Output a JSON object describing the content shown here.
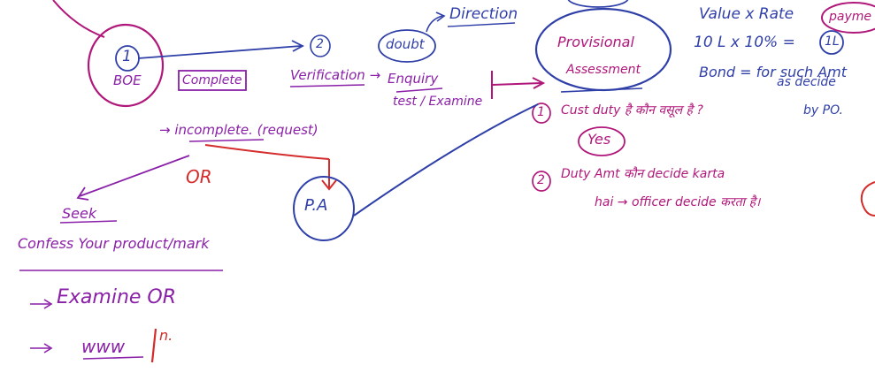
{
  "nodes": {
    "node1_number": "1",
    "boe": "BOE",
    "complete": "Complete",
    "node2_number": "2",
    "verification": "Verification →",
    "enquiry": "Enquiry",
    "test_examine": "test / Examine",
    "doubt": "doubt",
    "direction": "Direction",
    "provisional": "Provisional",
    "assessment": "Assessment",
    "incomplete": "→ incomplete. (request)",
    "or_red": "OR",
    "pa": "P.A"
  },
  "formula": {
    "value_rate": "Value x Rate",
    "payment": "payme",
    "line": "10 L   x   10%  =",
    "one_l": "1L",
    "bond": "Bond = for such Amt",
    "as_decided": "as decide",
    "by_po": "by PO."
  },
  "points": {
    "p1_number": "1",
    "p1_text": "Cust duty है कौन वसूल है ?",
    "yes": "Yes",
    "p2_number": "2",
    "p2_text": "Duty Amt कौन decide karta",
    "p2_text_2": "hai → officer decide करता है।"
  },
  "left": {
    "seek": "Seek",
    "confess": "Confess Your product/mark",
    "examine_or": "Examine OR",
    "www": "www",
    "n": "n."
  },
  "colors": {
    "purple": "#8a1fa8",
    "blue": "#2f3fa8",
    "red": "#d42b2b",
    "magenta": "#b0177a"
  }
}
